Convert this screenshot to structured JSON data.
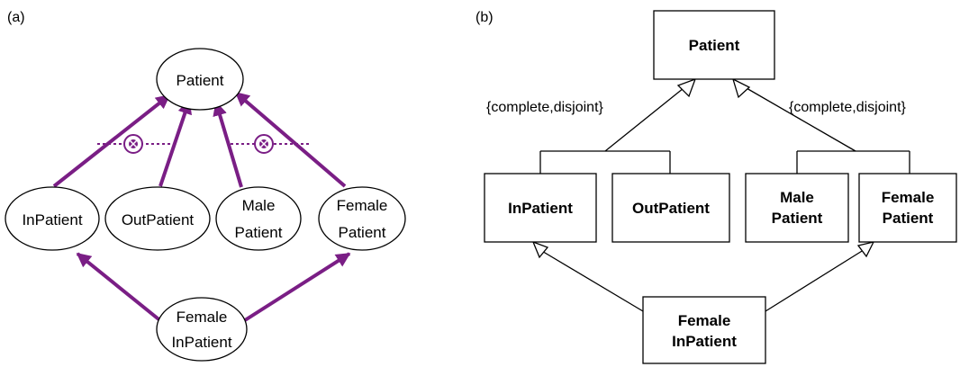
{
  "colors": {
    "arrow": "#7a1e85",
    "line": "#000000",
    "fill": "#ffffff"
  },
  "panel_a": {
    "label": "(a)",
    "nodes": {
      "patient": [
        "Patient"
      ],
      "inpatient": [
        "InPatient"
      ],
      "outpatient": [
        "OutPatient"
      ],
      "male_patient": [
        "Male",
        "Patient"
      ],
      "female_patient": [
        "Female",
        "Patient"
      ],
      "female_inpatient": [
        "Female",
        "InPatient"
      ]
    },
    "disjoint_marker_icon": "disjoint-circle-x"
  },
  "panel_b": {
    "label": "(b)",
    "nodes": {
      "patient": [
        "Patient"
      ],
      "inpatient": [
        "InPatient"
      ],
      "outpatient": [
        "OutPatient"
      ],
      "male_patient": [
        "Male",
        "Patient"
      ],
      "female_patient": [
        "Female",
        "Patient"
      ],
      "female_inpatient": [
        "Female",
        "InPatient"
      ]
    },
    "constraint_left": "{complete,disjoint}",
    "constraint_right": "{complete,disjoint}"
  }
}
